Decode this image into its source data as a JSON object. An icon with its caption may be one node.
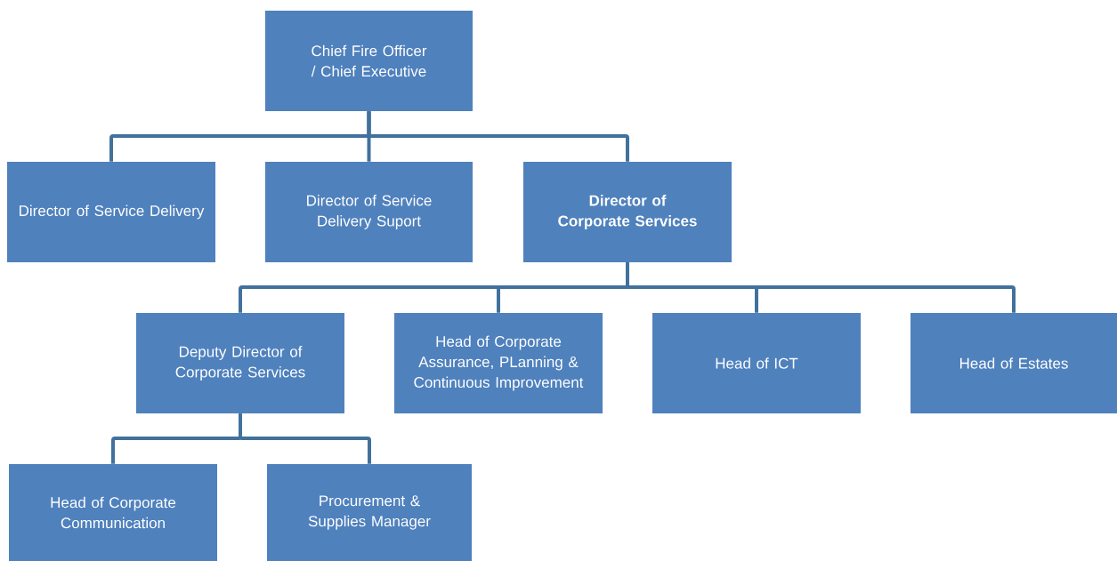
{
  "diagram": {
    "nodes": [
      {
        "text": [
          "Chief Fire Officer / Chief Executive"
        ]
      },
      {
        "text": [
          "Director of Service Delivery"
        ]
      },
      {
        "text": [
          "Director of Service Delivery Suport"
        ]
      },
      {
        "text": [
          "Director of Corporate Services"
        ]
      },
      {
        "text": [
          "Deputy Director of Corporate Services"
        ]
      },
      {
        "text": [
          "Head of Corporate Assurance, PLanning & Continuous Improvement"
        ]
      },
      {
        "text": [
          "Head of ICT"
        ]
      },
      {
        "text": [
          "Head of Estates"
        ]
      },
      {
        "text": [
          "Head of Corporate Communication"
        ]
      },
      {
        "text": [
          "Procurement & Supplies Manager"
        ]
      }
    ],
    "edges": [
      {
        "from": 0,
        "to": 1,
        "arrow": "none"
      },
      {
        "from": 0,
        "to": 2,
        "arrow": "none"
      },
      {
        "from": 0,
        "to": 3,
        "arrow": "none"
      },
      {
        "from": 3,
        "to": 4,
        "arrow": "none"
      },
      {
        "from": 3,
        "to": 5,
        "arrow": "none"
      },
      {
        "from": 3,
        "to": 6,
        "arrow": "none"
      },
      {
        "from": 3,
        "to": 7,
        "arrow": "none"
      },
      {
        "from": 4,
        "to": 8,
        "arrow": "none"
      },
      {
        "from": 4,
        "to": 9,
        "arrow": "none"
      }
    ]
  }
}
